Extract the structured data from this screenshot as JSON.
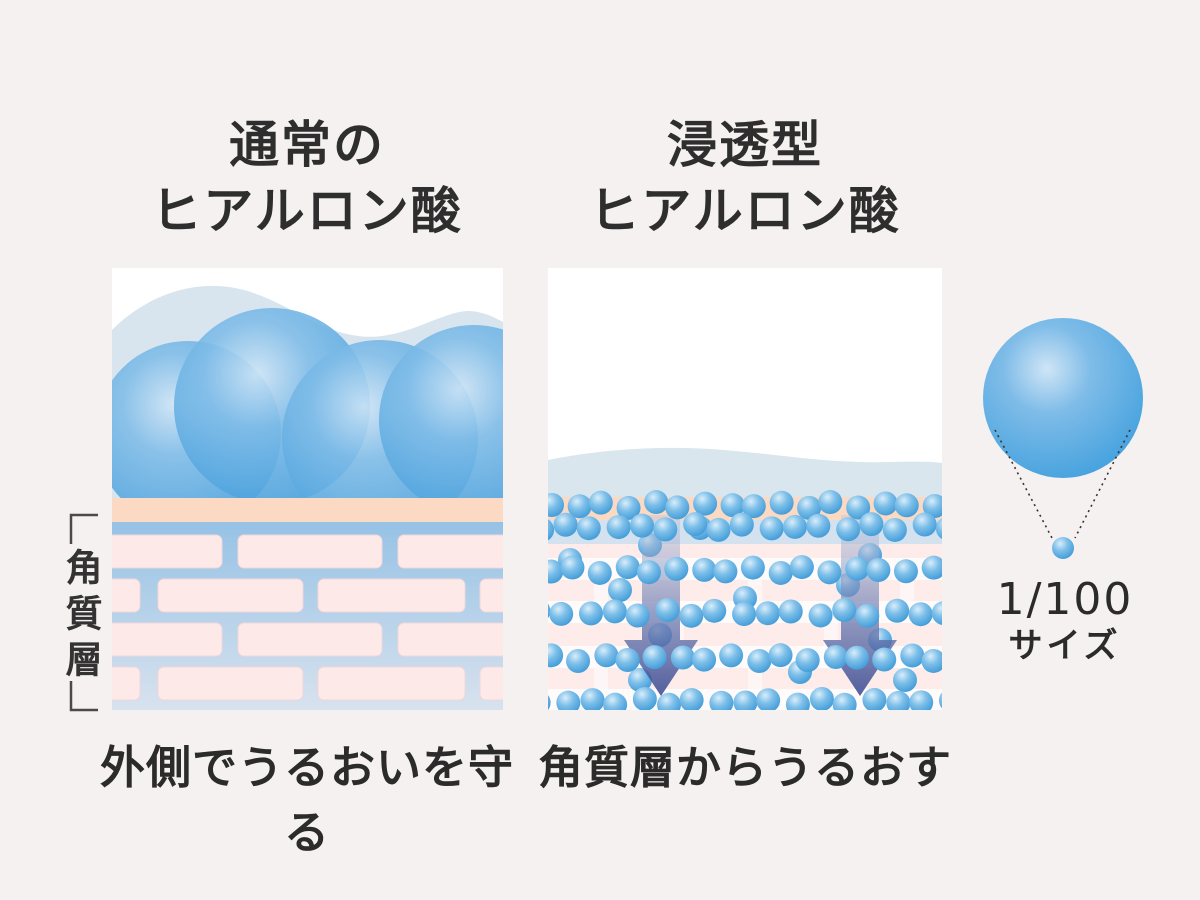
{
  "panels": {
    "left": {
      "title_line1": "通常の",
      "title_line2": "ヒアルロン酸",
      "caption": "外側でうるおいを守る"
    },
    "right": {
      "title_line1": "浸透型",
      "title_line2": "ヒアルロン酸",
      "caption": "角質層からうるおす"
    }
  },
  "skin_label": "角質層",
  "size_note": {
    "line1": "1/100",
    "line2": "サイズ"
  },
  "colors": {
    "page_background": "#f5f1f0",
    "hyaluronic_blue": "#469fdc",
    "hyaluronic_highlight": "#c8e2f5",
    "surface_wave": "#d8e5ee",
    "sebum_peach": "#fbd9c2",
    "mortar_blue": "#9cc5e6",
    "brick_pink": "#fdeae8",
    "penetration_arrow": "#3c4b92",
    "text": "#2d2d2d"
  }
}
